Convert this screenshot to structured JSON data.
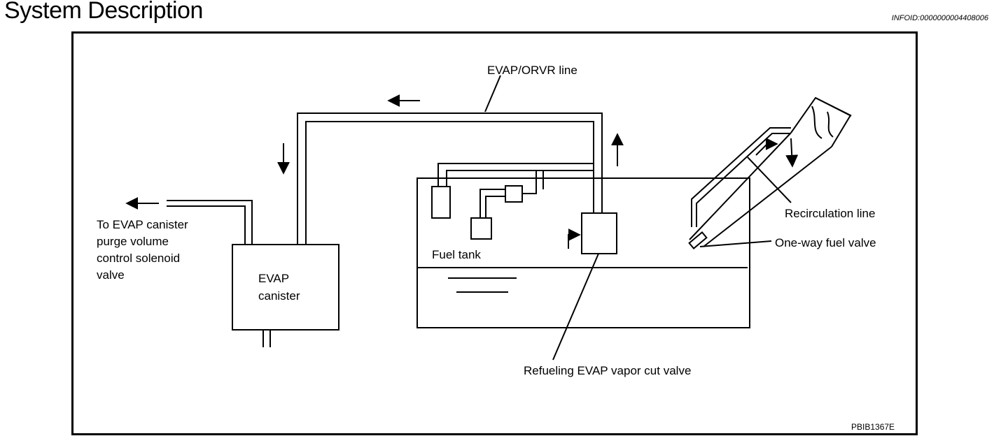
{
  "header": {
    "title": "System Description",
    "info_id": "INFOID:0000000004408006"
  },
  "diagram": {
    "labels": {
      "evap_orvr_line": "EVAP/ORVR line",
      "to_canister_line1": "To EVAP canister",
      "to_canister_line2": "purge volume",
      "to_canister_line3": "control solenoid",
      "to_canister_line4": "valve",
      "evap_canister_line1": "EVAP",
      "evap_canister_line2": "canister",
      "fuel_tank": "Fuel tank",
      "recirculation_line": "Recirculation line",
      "one_way_fuel_valve": "One-way fuel valve",
      "refueling_valve": "Refueling EVAP vapor cut valve",
      "figure_code": "PBIB1367E"
    }
  }
}
